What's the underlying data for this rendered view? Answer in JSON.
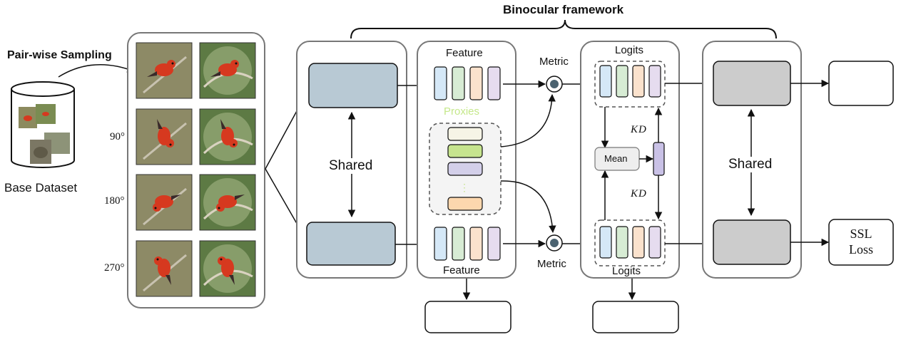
{
  "title": "Binocular framework",
  "pair_wise_sampling": "Pair-wise Sampling",
  "base_dataset": "Base Dataset",
  "angles": [
    "90°",
    "180°",
    "270°"
  ],
  "shared_left": "Shared",
  "shared_right": "Shared",
  "feature_top": "Feature",
  "feature_bottom": "Feature",
  "proxies": "Proxies",
  "metric_top": "Metric",
  "metric_bottom": "Metric",
  "logits_top": "Logits",
  "logits_bottom": "Logits",
  "kd_top": "KD",
  "kd_bottom": "KD",
  "mean": "Mean",
  "ssl_loss_line1": "SSL",
  "ssl_loss_line2": "Loss",
  "colors": {
    "encoder": "#b8c9d4",
    "classifier": "#cccccc",
    "feat_blue": "#d5e8f7",
    "feat_green": "#d7ecd4",
    "feat_orange": "#fbe2cd",
    "feat_purple": "#e6dcef",
    "proxy_cream": "#f6f4e6",
    "proxy_green": "#c6e48e",
    "proxy_purple": "#d3cfe9",
    "proxy_orange": "#fcd7ae",
    "bird_red": "#d6391f"
  }
}
